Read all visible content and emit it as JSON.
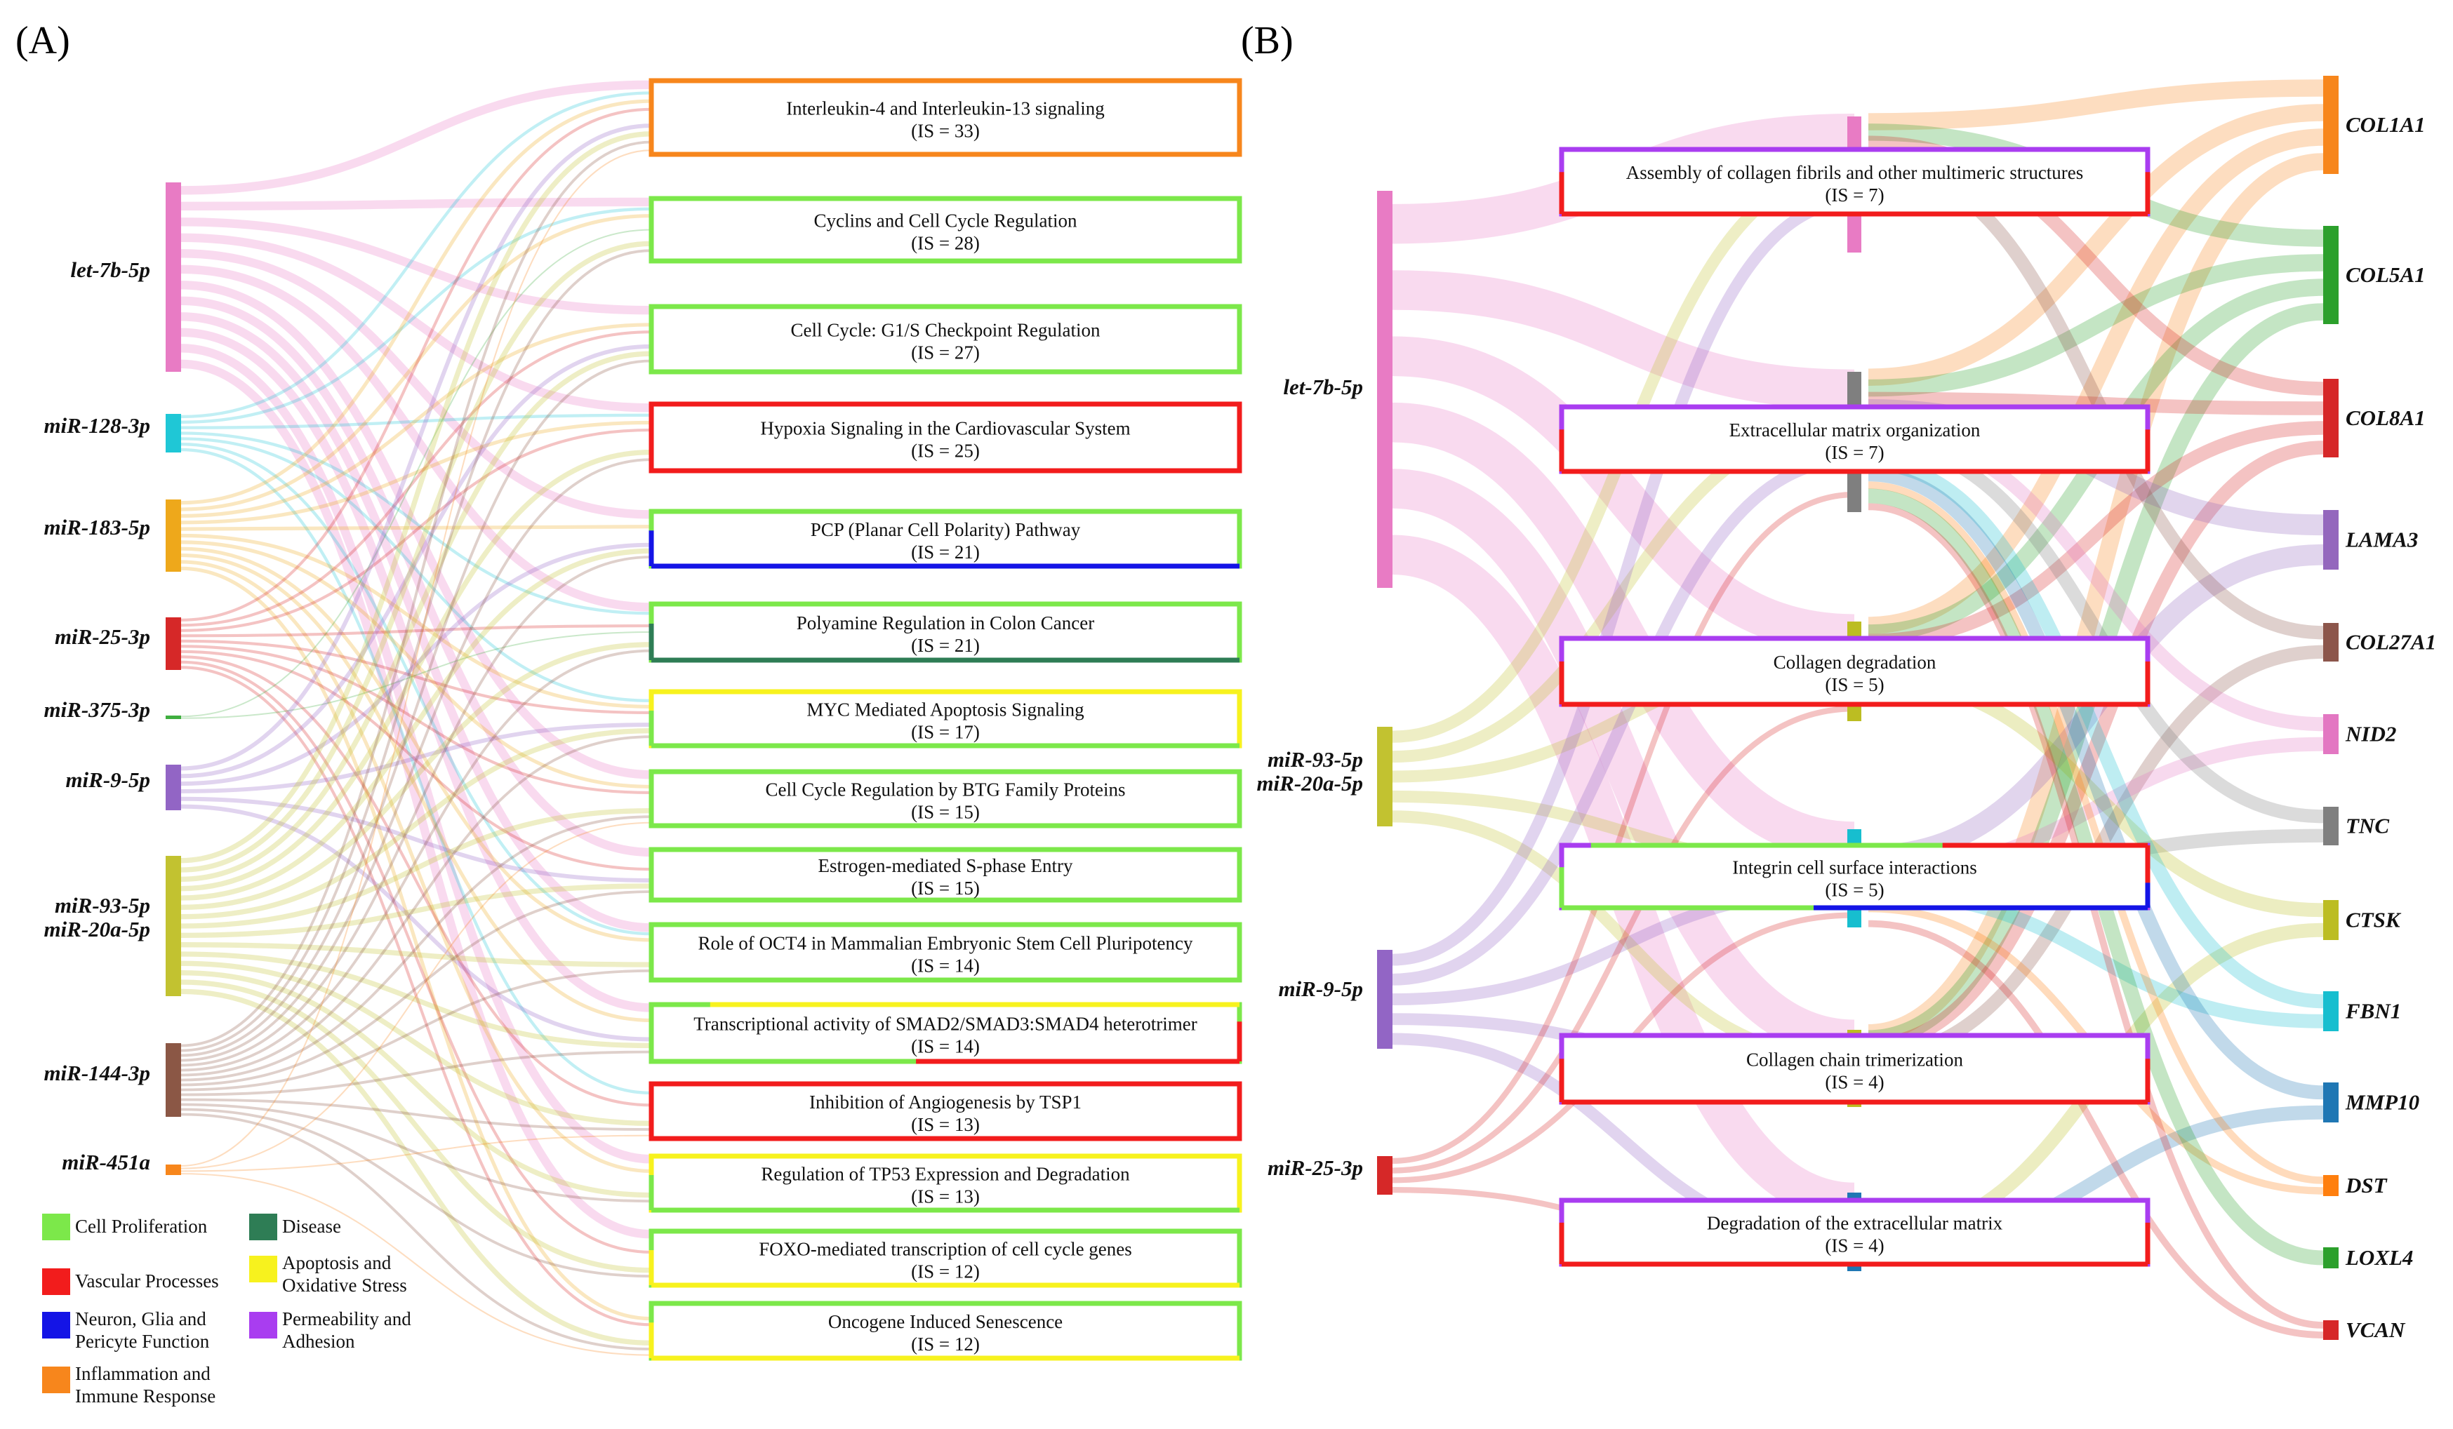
{
  "panels": {
    "a": "(A)",
    "b": "(B)"
  },
  "colors": {
    "cell_proliferation": "#7CE84A",
    "disease": "#2E7D55",
    "vascular": "#F21C1C",
    "apoptosis": "#F7F21E",
    "neuron": "#1414E6",
    "permeability": "#A93DF0",
    "inflammation": "#F7861C"
  },
  "legend": [
    {
      "label": "Cell Proliferation",
      "color": "#7CE84A"
    },
    {
      "label": "Disease",
      "color": "#2E7D55"
    },
    {
      "label": "Vascular Processes",
      "color": "#F21C1C"
    },
    {
      "label": "Apoptosis and Oxidative Stress",
      "color": "#F7F21E"
    },
    {
      "label": "Neuron, Glia and Pericyte Function",
      "color": "#1414E6"
    },
    {
      "label": "Permeability and Adhesion",
      "color": "#A93DF0"
    },
    {
      "label": "Inflammation and Immune Response",
      "color": "#F7861C"
    }
  ],
  "panelA": {
    "mirnas": [
      {
        "name": "let-7b-5p",
        "color": "#E87BC4"
      },
      {
        "name": "miR-128-3p",
        "color": "#1FC7D6"
      },
      {
        "name": "miR-183-5p",
        "color": "#EEA81B"
      },
      {
        "name": "miR-25-3p",
        "color": "#D62828"
      },
      {
        "name": "miR-375-3p",
        "color": "#3FAE3F"
      },
      {
        "name": "miR-9-5p",
        "color": "#9265C5"
      },
      {
        "name": "miR-93-5p\nmiR-20a-5p",
        "color": "#C2C230"
      },
      {
        "name": "miR-144-3p",
        "color": "#8B5745"
      },
      {
        "name": "miR-451a",
        "color": "#F7861C"
      }
    ],
    "pathways": [
      {
        "title": "Interleukin-4 and Interleukin-13 signaling",
        "is": "(IS = 33)",
        "colors": [
          "#F7861C"
        ]
      },
      {
        "title": "Cyclins and Cell Cycle Regulation",
        "is": "(IS = 28)",
        "colors": [
          "#7CE84A"
        ]
      },
      {
        "title": "Cell Cycle: G1/S Checkpoint Regulation",
        "is": "(IS = 27)",
        "colors": [
          "#7CE84A"
        ]
      },
      {
        "title": "Hypoxia Signaling in the Cardiovascular System",
        "is": "(IS = 25)",
        "colors": [
          "#F21C1C"
        ]
      },
      {
        "title": "PCP (Planar Cell Polarity) Pathway",
        "is": "(IS = 21)",
        "colors": [
          "#7CE84A",
          "#1414E6"
        ]
      },
      {
        "title": "Polyamine Regulation in Colon Cancer",
        "is": "(IS = 21)",
        "colors": [
          "#7CE84A",
          "#2E7D55"
        ]
      },
      {
        "title": "MYC Mediated Apoptosis Signaling",
        "is": "(IS = 17)",
        "colors": [
          "#F7F21E",
          "#7CE84A"
        ]
      },
      {
        "title": "Cell Cycle Regulation by BTG Family Proteins",
        "is": "(IS = 15)",
        "colors": [
          "#7CE84A"
        ]
      },
      {
        "title": "Estrogen-mediated S-phase Entry",
        "is": "(IS = 15)",
        "colors": [
          "#7CE84A"
        ]
      },
      {
        "title": "Role of OCT4 in Mammalian Embryonic Stem Cell Pluripotency",
        "is": "(IS = 14)",
        "colors": [
          "#7CE84A"
        ]
      },
      {
        "title": "Transcriptional activity of SMAD2/SMAD3:SMAD4 heterotrimer",
        "is": "(IS = 14)",
        "colors": [
          "#7CE84A",
          "#F7F21E",
          "#F21C1C"
        ]
      },
      {
        "title": "Inhibition of Angiogenesis by TSP1",
        "is": "(IS = 13)",
        "colors": [
          "#F21C1C"
        ]
      },
      {
        "title": "Regulation of TP53 Expression and Degradation",
        "is": "(IS = 13)",
        "colors": [
          "#F7F21E",
          "#7CE84A"
        ]
      },
      {
        "title": "FOXO-mediated transcription of cell cycle genes",
        "is": "(IS = 12)",
        "colors": [
          "#7CE84A",
          "#F7F21E"
        ]
      },
      {
        "title": "Oncogene Induced Senescence",
        "is": "(IS = 12)",
        "colors": [
          "#7CE84A",
          "#F7F21E"
        ]
      }
    ]
  },
  "panelB": {
    "mirnas": [
      {
        "name": "let-7b-5p",
        "color": "#E87BC4"
      },
      {
        "name": "miR-93-5p\nmiR-20a-5p",
        "color": "#C2C230"
      },
      {
        "name": "miR-9-5p",
        "color": "#9265C5"
      },
      {
        "name": "miR-25-3p",
        "color": "#D62828"
      }
    ],
    "pathways": [
      {
        "title": "Assembly of collagen fibrils and other multimeric structures",
        "is": "(IS = 7)",
        "colors": [
          "#A93DF0",
          "#F21C1C"
        ]
      },
      {
        "title": "Extracellular matrix organization",
        "is": "(IS = 7)",
        "colors": [
          "#A93DF0",
          "#F21C1C"
        ]
      },
      {
        "title": "Collagen degradation",
        "is": "(IS = 5)",
        "colors": [
          "#A93DF0",
          "#F21C1C"
        ]
      },
      {
        "title": "Integrin cell surface interactions",
        "is": "(IS = 5)",
        "colors": [
          "#A93DF0",
          "#7CE84A",
          "#F21C1C",
          "#1414E6"
        ]
      },
      {
        "title": "Collagen chain trimerization",
        "is": "(IS = 4)",
        "colors": [
          "#A93DF0",
          "#F21C1C"
        ]
      },
      {
        "title": "Degradation of the extracellular matrix",
        "is": "(IS = 4)",
        "colors": [
          "#A93DF0",
          "#F21C1C"
        ]
      }
    ],
    "genes": [
      {
        "name": "COL1A1",
        "color": "#F7861C"
      },
      {
        "name": "COL5A1",
        "color": "#2CA02C"
      },
      {
        "name": "COL8A1",
        "color": "#D62728"
      },
      {
        "name": "LAMA3",
        "color": "#9467BD"
      },
      {
        "name": "COL27A1",
        "color": "#8C564B"
      },
      {
        "name": "NID2",
        "color": "#E377C2"
      },
      {
        "name": "TNC",
        "color": "#7F7F7F"
      },
      {
        "name": "CTSK",
        "color": "#BCBD22"
      },
      {
        "name": "FBN1",
        "color": "#17BECF"
      },
      {
        "name": "MMP10",
        "color": "#1F77B4"
      },
      {
        "name": "DST",
        "color": "#FF7F0E"
      },
      {
        "name": "LOXL4",
        "color": "#2CA02C"
      },
      {
        "name": "VCAN",
        "color": "#D62728"
      }
    ]
  }
}
